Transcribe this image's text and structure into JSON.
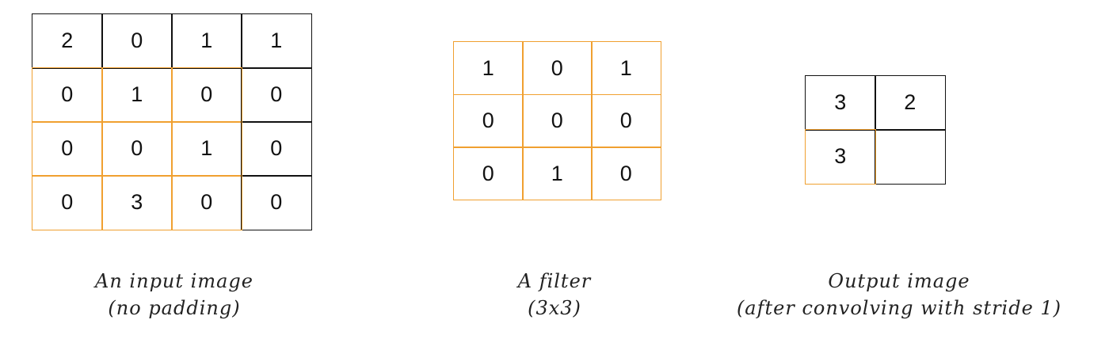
{
  "colors": {
    "line": "#111111",
    "highlight": "#f0a030"
  },
  "input_image": {
    "cells": [
      [
        "2",
        "0",
        "1",
        "1"
      ],
      [
        "0",
        "1",
        "0",
        "0"
      ],
      [
        "0",
        "0",
        "1",
        "0"
      ],
      [
        "0",
        "3",
        "0",
        "0"
      ]
    ],
    "caption": [
      "An input image",
      "(no padding)"
    ]
  },
  "filter": {
    "cells": [
      [
        "1",
        "0",
        "1"
      ],
      [
        "0",
        "0",
        "0"
      ],
      [
        "0",
        "1",
        "0"
      ]
    ],
    "caption": [
      "A filter",
      "(3x3)"
    ]
  },
  "output_image": {
    "cells": [
      [
        "3",
        "2"
      ],
      [
        "3",
        ""
      ]
    ],
    "caption": [
      "Output image",
      "(after convolving with stride 1)"
    ]
  }
}
